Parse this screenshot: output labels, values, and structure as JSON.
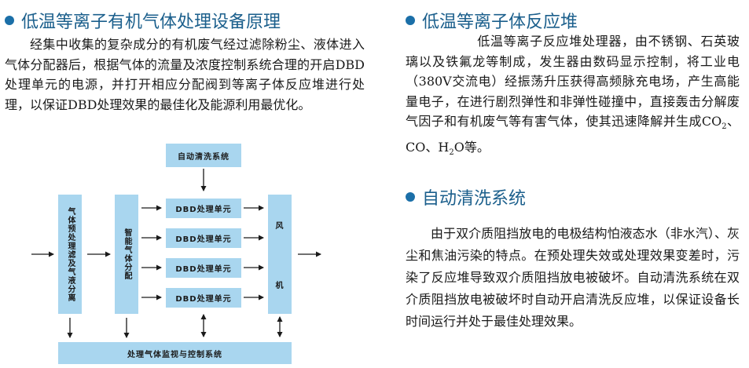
{
  "left": {
    "title": "低温等离子有机气体处理设备原理",
    "paragraph": "经集中收集的复杂成分的有机废气经过滤除粉尘、液体进入气体分配器后，根据气体的流量及浓度控制系统合理的开启DBD处理单元的电源，并打开相应分配阀到等离子体反应堆进行处理，以保证DBD处理效果的最佳化及能源利用最优化。"
  },
  "diagram": {
    "auto_clean": "自动清洗系统",
    "pretreat": "气体预处理滤及气液分离",
    "distribute": "智能气体分配",
    "dbd_units": [
      "DBD处理单元",
      "DBD处理单元",
      "DBD处理单元",
      "DBD处理单元"
    ],
    "fan_1": "风",
    "fan_2": "机",
    "monitor": "处理气体监视与控制系统"
  },
  "right": {
    "reactor_title": "低温等离子体反应堆",
    "reactor_text": "低温等离子反应堆处理器，由不锈钢、石英玻璃以及铁氟龙等制成，发生器由数码显示控制，将工业电（380V交流电）经振荡升压获得高频脉充电场，产生高能量电子，在进行剧烈弹性和非弹性碰撞中，直接轰击分解废气因子和有机废气等有害气体，使其迅速降解并生成",
    "reactor_products": {
      "co2_base": "CO",
      "co2_sub": "2",
      "sep1": "、",
      "co": "CO",
      "sep2": "、",
      "h2o_h": "H",
      "h2o_sub": "2",
      "h2o_o": "O",
      "tail": "等。"
    },
    "clean_title": "自动清洗系统",
    "clean_text": "由于双介质阻挡放电的电极结构怕液态水（非水汽）、灰尘和焦油污染的特点。在预处理失效或处理效果变差时，污染了反应堆导致双介质阻挡放电被破坏。自动清洗系统在双介质阻挡放电被破坏时自动开启清洗反应堆，以保证设备长时间运行并处于最佳处理效果。"
  },
  "colors": {
    "heading": "#1b5f8c",
    "bullet": "#1b6fa8",
    "box_fill": "#a9d6ef",
    "text": "#1a1a1a"
  }
}
